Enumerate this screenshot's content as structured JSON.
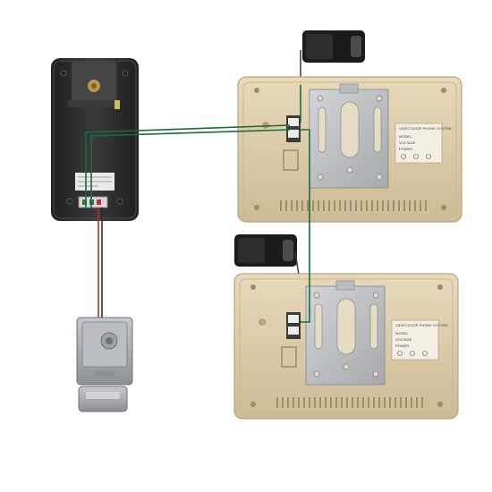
{
  "monitor_top": {
    "label_title": "VIDEO DOOR PHONE SYSTEM",
    "label_lines": [
      "MODEL",
      "VOLTAGE",
      "POWER"
    ],
    "label_values": [
      "",
      "",
      ""
    ]
  },
  "monitor_bottom": {
    "label_title": "VIDEO DOOR PHONE SYSTEM",
    "label_lines": [
      "MODEL",
      "VOLTAGE",
      "POWER"
    ],
    "label_values": [
      "",
      "",
      ""
    ]
  },
  "colors": {
    "monitor_body": "#d9c9a8",
    "doorbell_body": "#2b2b2b",
    "wire_green": "#1e6b3a",
    "wire_red": "#c0302a",
    "bracket_metal": "#b9bcc0",
    "lock_metal": "#a7aaae"
  }
}
